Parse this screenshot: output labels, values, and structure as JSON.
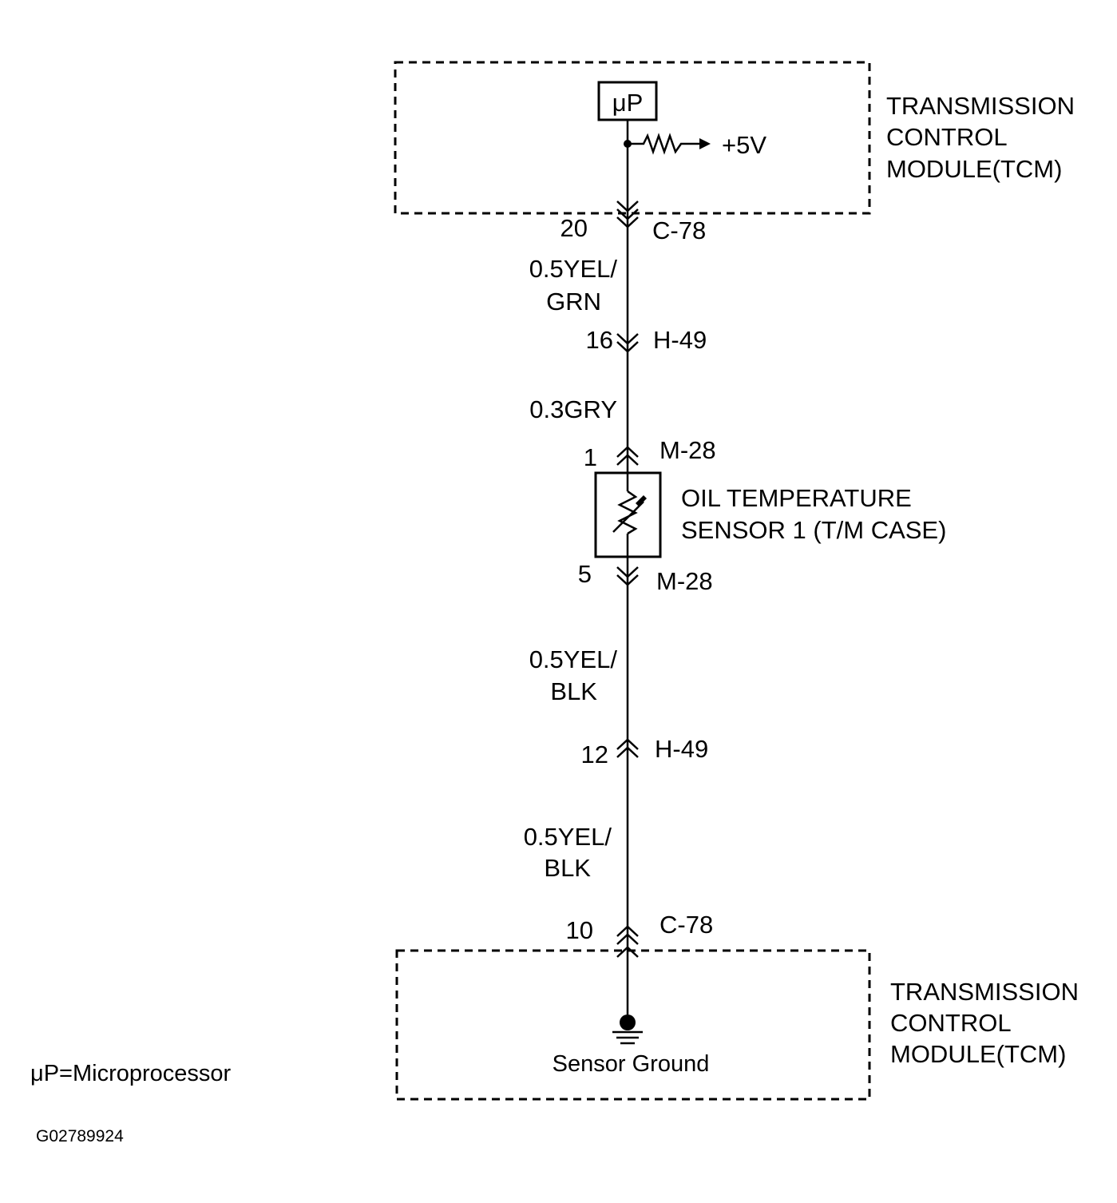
{
  "tcm_top": {
    "label_lines": [
      "TRANSMISSION",
      "CONTROL",
      "MODULE(TCM)"
    ],
    "microprocessor_symbol": "μP",
    "supply_label": "+5V"
  },
  "connectors": {
    "c78_top": {
      "pin": "20",
      "name": "C-78"
    },
    "h49_top": {
      "pin": "16",
      "name": "H-49"
    },
    "m28_top": {
      "pin": "1",
      "name": "M-28"
    },
    "m28_bottom": {
      "pin": "5",
      "name": "M-28"
    },
    "h49_bottom": {
      "pin": "12",
      "name": "H-49"
    },
    "c78_bottom": {
      "pin": "10",
      "name": "C-78"
    }
  },
  "wires": {
    "w1": [
      "0.5YEL/",
      "GRN"
    ],
    "w2": [
      "0.3GRY"
    ],
    "w3": [
      "0.5YEL/",
      "BLK"
    ],
    "w4": [
      "0.5YEL/",
      "BLK"
    ]
  },
  "sensor": {
    "label_lines": [
      "OIL TEMPERATURE",
      "SENSOR 1 (T/M CASE)"
    ]
  },
  "tcm_bottom": {
    "label_lines": [
      "TRANSMISSION",
      "CONTROL",
      "MODULE(TCM)"
    ],
    "ground_label": "Sensor Ground"
  },
  "legend": {
    "microprocessor_note": "μP=Microprocessor"
  },
  "figure_id": "G02789924",
  "icons": {
    "resistor": "resistor-icon",
    "thermistor": "thermistor-icon",
    "ground": "ground-icon",
    "connector_down": "connector-chevron-down-icon",
    "connector_up": "connector-chevron-up-icon"
  },
  "colors": {
    "line": "#000000",
    "background": "#ffffff"
  }
}
